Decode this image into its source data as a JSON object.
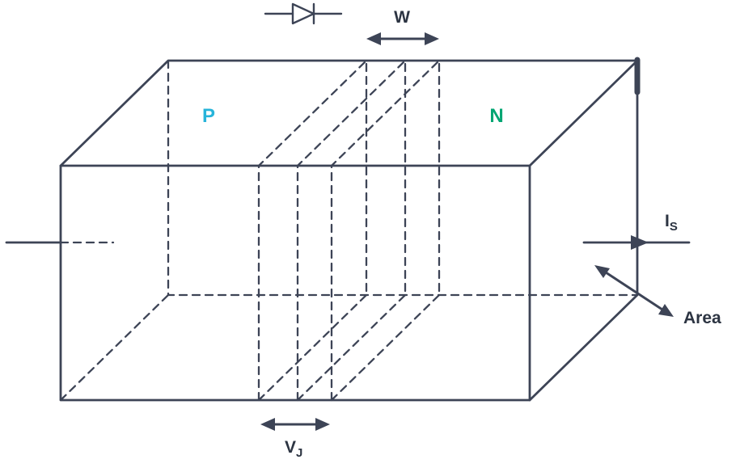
{
  "colors": {
    "line": "#3d4456",
    "label": "#2c3442",
    "p_region": "#27b4da",
    "n_region": "#00a572"
  },
  "labels": {
    "p_region": "P",
    "n_region": "N",
    "depletion_width": "W",
    "junction_voltage_base": "V",
    "junction_voltage_sub": "J",
    "saturation_current_base": "I",
    "saturation_current_sub": "S",
    "area": "Area"
  }
}
